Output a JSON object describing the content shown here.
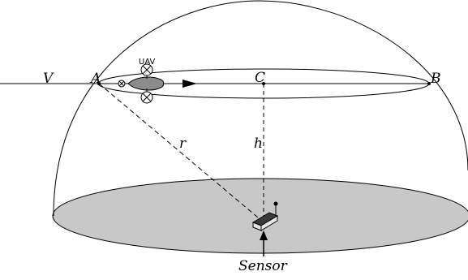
{
  "diagram": {
    "labels": {
      "v": "V",
      "a": "A",
      "b": "B",
      "c": "C",
      "r": "r",
      "h": "h",
      "uav": "UAV",
      "sensor": "Sensor"
    },
    "colors": {
      "stroke": "#000000",
      "ground_fill": "#c8c8c8",
      "uav_fill": "#8c8c8c",
      "sensor_dark": "#3a3a3a",
      "sensor_light": "#e6e6e6",
      "background": "#ffffff"
    }
  }
}
